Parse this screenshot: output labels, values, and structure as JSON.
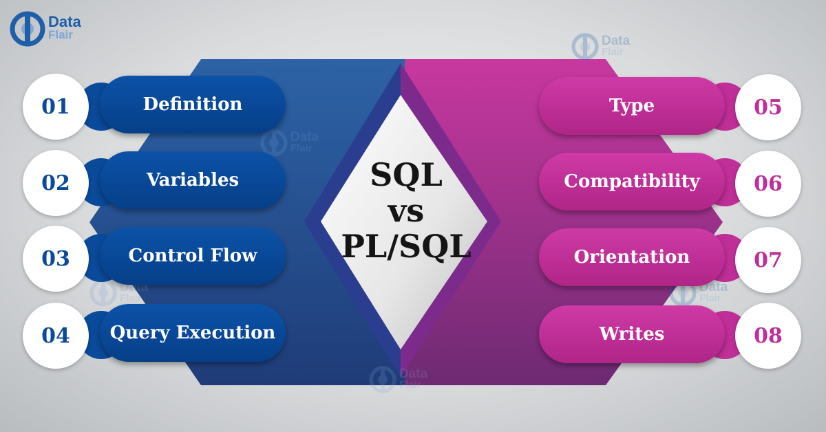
{
  "brand": {
    "line1": "Data",
    "line2": "Flair"
  },
  "center": {
    "line1": "SQL",
    "line2": "vs",
    "line3": "PL/SQL"
  },
  "left_items": [
    {
      "num": "01",
      "label": "Definition"
    },
    {
      "num": "02",
      "label": "Variables"
    },
    {
      "num": "03",
      "label": "Control Flow"
    },
    {
      "num": "04",
      "label": "Query Execution"
    }
  ],
  "right_items": [
    {
      "num": "05",
      "label": "Type"
    },
    {
      "num": "06",
      "label": "Compatibility"
    },
    {
      "num": "07",
      "label": "Orientation"
    },
    {
      "num": "08",
      "label": "Writes"
    }
  ],
  "colors": {
    "blue": "#0a4a9a",
    "magenta": "#c02e98",
    "white": "#ffffff"
  }
}
